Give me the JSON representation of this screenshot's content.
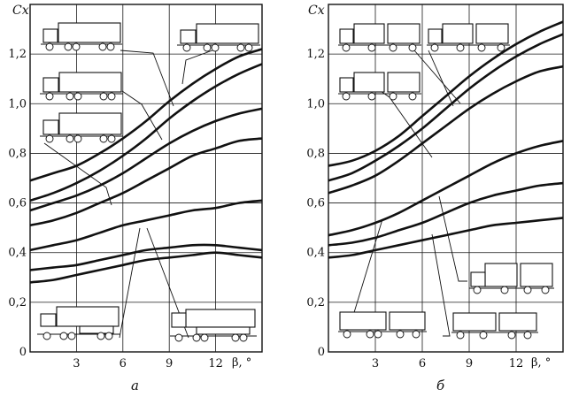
{
  "chart_data": [
    {
      "type": "line",
      "panel_label": "а",
      "ylabel": "Cx",
      "xlabel": "β, °",
      "xlim": [
        0,
        15
      ],
      "ylim": [
        0,
        1.4
      ],
      "xticks": [
        3,
        6,
        9,
        12
      ],
      "xtick_labels": [
        "3",
        "6",
        "9",
        "12"
      ],
      "yticks": [
        0,
        0.2,
        0.4,
        0.6,
        0.8,
        1.0,
        1.2
      ],
      "ytick_labels": [
        "0",
        "0,2",
        "0,4",
        "0,6",
        "0,8",
        "1,0",
        "1,2"
      ],
      "grid": true,
      "x": [
        0,
        1.5,
        3,
        4.5,
        6,
        7.5,
        9,
        10.5,
        12,
        13.5,
        15
      ],
      "series": [
        {
          "values": [
            0.69,
            0.72,
            0.75,
            0.8,
            0.86,
            0.93,
            1.01,
            1.08,
            1.14,
            1.19,
            1.22
          ]
        },
        {
          "values": [
            0.61,
            0.64,
            0.68,
            0.73,
            0.79,
            0.86,
            0.94,
            1.01,
            1.07,
            1.12,
            1.16
          ]
        },
        {
          "values": [
            0.57,
            0.6,
            0.63,
            0.67,
            0.72,
            0.78,
            0.84,
            0.89,
            0.93,
            0.96,
            0.98
          ]
        },
        {
          "values": [
            0.51,
            0.53,
            0.56,
            0.6,
            0.64,
            0.69,
            0.74,
            0.79,
            0.82,
            0.85,
            0.86
          ]
        },
        {
          "values": [
            0.41,
            0.43,
            0.45,
            0.48,
            0.51,
            0.53,
            0.55,
            0.57,
            0.58,
            0.6,
            0.61
          ]
        },
        {
          "values": [
            0.33,
            0.34,
            0.35,
            0.37,
            0.39,
            0.41,
            0.42,
            0.43,
            0.43,
            0.42,
            0.41
          ]
        },
        {
          "values": [
            0.28,
            0.29,
            0.31,
            0.33,
            0.35,
            0.37,
            0.38,
            0.39,
            0.4,
            0.39,
            0.38
          ]
        }
      ]
    },
    {
      "type": "line",
      "panel_label": "б",
      "ylabel": "Cx",
      "xlabel": "β, °",
      "xlim": [
        0,
        15
      ],
      "ylim": [
        0,
        1.4
      ],
      "xticks": [
        3,
        6,
        9,
        12
      ],
      "xtick_labels": [
        "3",
        "6",
        "9",
        "12"
      ],
      "yticks": [
        0,
        0.2,
        0.4,
        0.6,
        0.8,
        1.0,
        1.2
      ],
      "ytick_labels": [
        "0",
        "0,2",
        "0,4",
        "0,6",
        "0,8",
        "1,0",
        "1,2"
      ],
      "grid": true,
      "x": [
        0,
        1.5,
        3,
        4.5,
        6,
        7.5,
        9,
        10.5,
        12,
        13.5,
        15
      ],
      "series": [
        {
          "values": [
            0.75,
            0.77,
            0.81,
            0.87,
            0.95,
            1.03,
            1.11,
            1.18,
            1.24,
            1.29,
            1.33
          ]
        },
        {
          "values": [
            0.69,
            0.72,
            0.77,
            0.83,
            0.9,
            0.98,
            1.06,
            1.13,
            1.19,
            1.24,
            1.28
          ]
        },
        {
          "values": [
            0.64,
            0.67,
            0.71,
            0.77,
            0.84,
            0.91,
            0.98,
            1.04,
            1.09,
            1.13,
            1.15
          ]
        },
        {
          "values": [
            0.47,
            0.49,
            0.52,
            0.56,
            0.61,
            0.66,
            0.71,
            0.76,
            0.8,
            0.83,
            0.85
          ]
        },
        {
          "values": [
            0.43,
            0.44,
            0.46,
            0.49,
            0.52,
            0.56,
            0.6,
            0.63,
            0.65,
            0.67,
            0.68
          ]
        },
        {
          "values": [
            0.38,
            0.39,
            0.41,
            0.43,
            0.45,
            0.47,
            0.49,
            0.51,
            0.52,
            0.53,
            0.54
          ]
        }
      ]
    }
  ]
}
